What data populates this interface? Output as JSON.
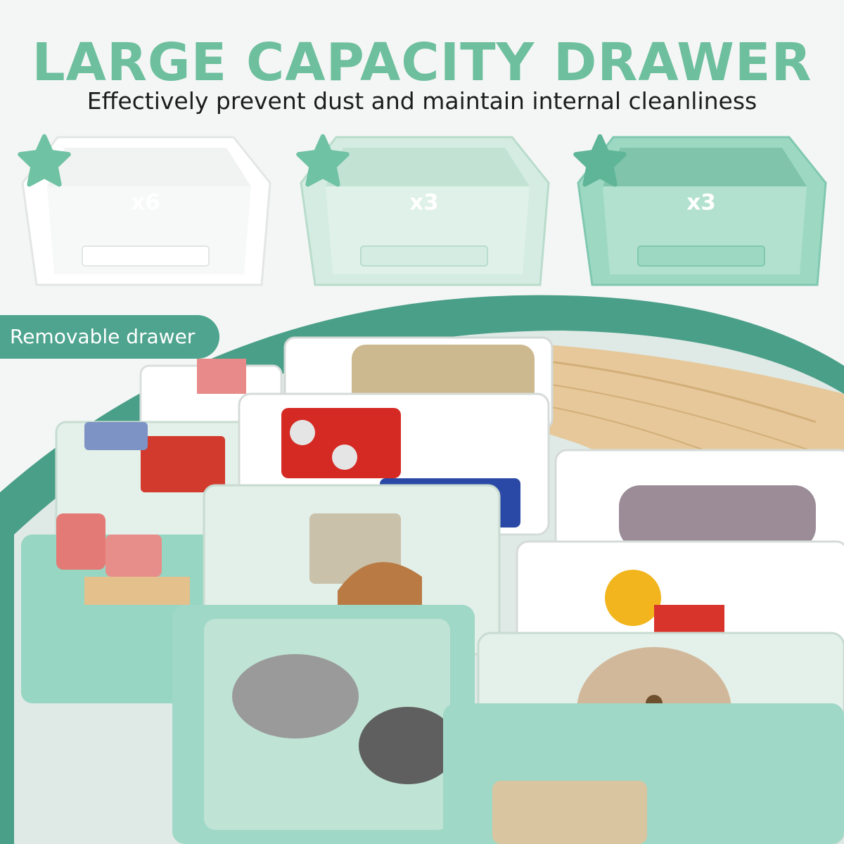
{
  "header": {
    "title": "LARGE CAPACITY DRAWER",
    "subtitle": "Effectively prevent dust and maintain internal cleanliness"
  },
  "bins": [
    {
      "label": "x6",
      "color": "#ffffff"
    },
    {
      "label": "x3",
      "color": "#cfe9dc"
    },
    {
      "label": "x3",
      "color": "#8fd1bc"
    }
  ],
  "callout": {
    "label": "Removable drawer"
  },
  "colors": {
    "accent": "#6dbf9e",
    "pill": "#4ea48e",
    "frame": "#4a9f88",
    "wood": "#e6c89a"
  }
}
